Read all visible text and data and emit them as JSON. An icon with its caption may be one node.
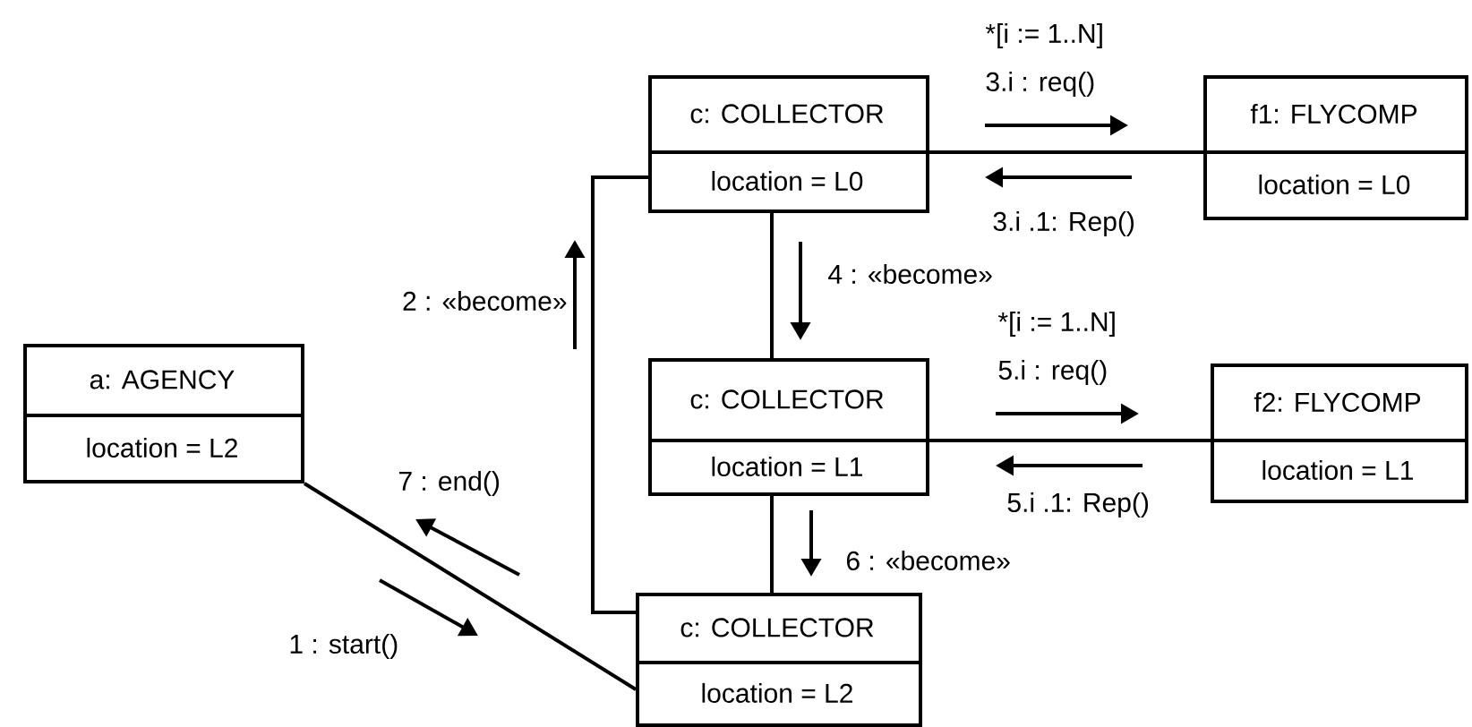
{
  "diagram": {
    "nodes": [
      {
        "text": [
          "c: COLLECTOR",
          "location = L0"
        ]
      },
      {
        "text": [
          "f1: FLYCOMP",
          "location = L0"
        ]
      },
      {
        "text": [
          "a: AGENCY",
          "location = L2"
        ]
      },
      {
        "text": [
          "c: COLLECTOR",
          "location = L1"
        ]
      },
      {
        "text": [
          "f2: FLYCOMP",
          "location = L1"
        ]
      },
      {
        "text": [
          "c: COLLECTOR",
          "location = L2"
        ]
      }
    ],
    "edges": [
      {
        "from": 0,
        "to": 1,
        "arrow": "none"
      },
      {
        "from": 0,
        "to": 3,
        "arrow": "none"
      },
      {
        "from": 3,
        "to": 4,
        "arrow": "none"
      },
      {
        "from": 3,
        "to": 5,
        "arrow": "none"
      },
      {
        "from": 5,
        "to": 0,
        "arrow": "none"
      },
      {
        "from": 2,
        "to": 5,
        "arrow": "none"
      }
    ],
    "labels": [
      "*[i := 1..N]",
      "3.i : req()",
      "3.i .1: Rep()",
      "4 : «become»",
      "2 : «become»",
      "*[i := 1..N]",
      "5.i : req()",
      "7 : end()",
      "5.i .1: Rep()",
      "6 : «become»",
      "1 : start()"
    ]
  }
}
